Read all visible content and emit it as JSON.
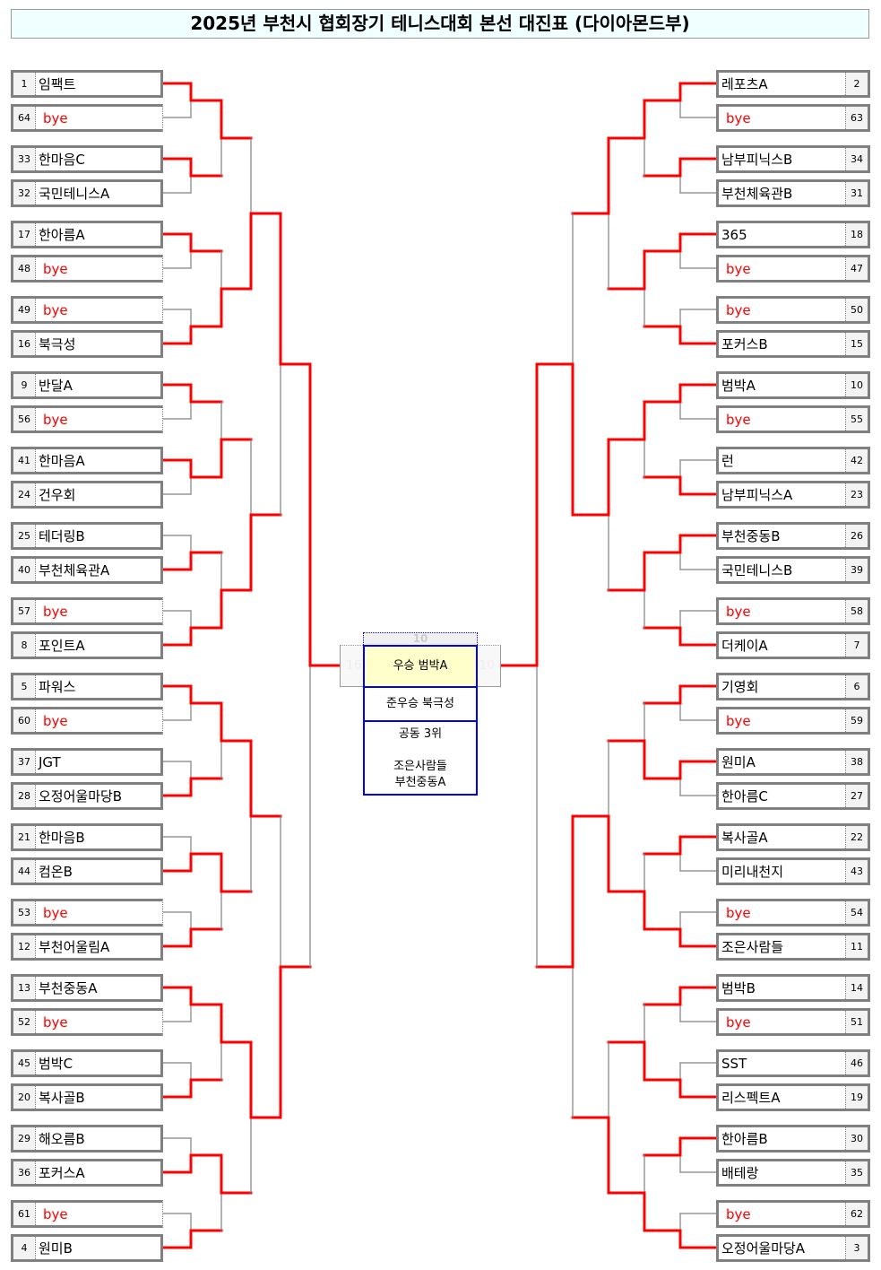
{
  "title": "2025년 부천시 협회장기 테니스대회 본선 대진표 (다이아몬드부)",
  "colors": {
    "winner_line": "#ff0000",
    "loser_line": "#808080",
    "bye_text": "#ff0000",
    "final_border": "#0000ff",
    "champion_bg": "#ffffcc"
  },
  "left": {
    "entries": [
      {
        "seed": "1",
        "name": "임팩트"
      },
      {
        "seed": "64",
        "name": "bye"
      },
      {
        "seed": "33",
        "name": "한마음C"
      },
      {
        "seed": "32",
        "name": "국민테니스A"
      },
      {
        "seed": "17",
        "name": "한아름A"
      },
      {
        "seed": "48",
        "name": "bye"
      },
      {
        "seed": "49",
        "name": "bye"
      },
      {
        "seed": "16",
        "name": "북극성"
      },
      {
        "seed": "9",
        "name": "반달A"
      },
      {
        "seed": "56",
        "name": "bye"
      },
      {
        "seed": "41",
        "name": "한마음A"
      },
      {
        "seed": "24",
        "name": "건우회"
      },
      {
        "seed": "25",
        "name": "테더링B"
      },
      {
        "seed": "40",
        "name": "부천체육관A"
      },
      {
        "seed": "57",
        "name": "bye"
      },
      {
        "seed": "8",
        "name": "포인트A"
      },
      {
        "seed": "5",
        "name": "파워스"
      },
      {
        "seed": "60",
        "name": "bye"
      },
      {
        "seed": "37",
        "name": "JGT"
      },
      {
        "seed": "28",
        "name": "오정어울마당B"
      },
      {
        "seed": "21",
        "name": "한마음B"
      },
      {
        "seed": "44",
        "name": "컴온B"
      },
      {
        "seed": "53",
        "name": "bye"
      },
      {
        "seed": "12",
        "name": "부천어울림A"
      },
      {
        "seed": "13",
        "name": "부천중동A"
      },
      {
        "seed": "52",
        "name": "bye"
      },
      {
        "seed": "45",
        "name": "범박C"
      },
      {
        "seed": "20",
        "name": "복사골B"
      },
      {
        "seed": "29",
        "name": "해오름B"
      },
      {
        "seed": "36",
        "name": "포커스A"
      },
      {
        "seed": "61",
        "name": "bye"
      },
      {
        "seed": "4",
        "name": "원미B"
      }
    ],
    "results": [
      [
        0,
        0,
        0,
        1,
        0,
        0,
        1,
        1,
        0,
        1,
        1,
        1,
        0,
        1,
        1,
        1
      ],
      [
        0,
        1,
        1,
        1,
        0,
        0,
        0,
        0
      ],
      [
        1,
        1,
        0,
        0
      ],
      [
        0,
        1
      ],
      [
        0
      ]
    ]
  },
  "right": {
    "entries": [
      {
        "seed": "2",
        "name": "레포츠A"
      },
      {
        "seed": "63",
        "name": "bye"
      },
      {
        "seed": "34",
        "name": "남부피닉스B"
      },
      {
        "seed": "31",
        "name": "부천체육관B"
      },
      {
        "seed": "18",
        "name": "365"
      },
      {
        "seed": "47",
        "name": "bye"
      },
      {
        "seed": "50",
        "name": "bye"
      },
      {
        "seed": "15",
        "name": "포커스B"
      },
      {
        "seed": "10",
        "name": "범박A"
      },
      {
        "seed": "55",
        "name": "bye"
      },
      {
        "seed": "42",
        "name": "런"
      },
      {
        "seed": "23",
        "name": "남부피닉스A"
      },
      {
        "seed": "26",
        "name": "부천중동B"
      },
      {
        "seed": "39",
        "name": "국민테니스B"
      },
      {
        "seed": "58",
        "name": "bye"
      },
      {
        "seed": "7",
        "name": "더케이A"
      },
      {
        "seed": "6",
        "name": "기영회"
      },
      {
        "seed": "59",
        "name": "bye"
      },
      {
        "seed": "38",
        "name": "원미A"
      },
      {
        "seed": "27",
        "name": "한아름C"
      },
      {
        "seed": "22",
        "name": "복사골A"
      },
      {
        "seed": "43",
        "name": "미리내천지"
      },
      {
        "seed": "54",
        "name": "bye"
      },
      {
        "seed": "11",
        "name": "조은사람들"
      },
      {
        "seed": "14",
        "name": "범박B"
      },
      {
        "seed": "51",
        "name": "bye"
      },
      {
        "seed": "46",
        "name": "SST"
      },
      {
        "seed": "19",
        "name": "리스펙트A"
      },
      {
        "seed": "30",
        "name": "한아름B"
      },
      {
        "seed": "35",
        "name": "배테랑"
      },
      {
        "seed": "62",
        "name": "bye"
      },
      {
        "seed": "3",
        "name": "오정어울마당A"
      }
    ],
    "results": [
      [
        0,
        0,
        0,
        1,
        0,
        1,
        0,
        1,
        0,
        0,
        0,
        1,
        0,
        1,
        0,
        1
      ],
      [
        0,
        0,
        0,
        0,
        1,
        1,
        1,
        1
      ],
      [
        0,
        0,
        1,
        1
      ],
      [
        1,
        0
      ],
      [
        0
      ]
    ]
  },
  "final": {
    "champion_seed": "10",
    "left_finalist_seed": "16",
    "right_finalist_seed": "10",
    "champion": "우승 범박A",
    "runner_up": "준우승 북극성",
    "third_label": "공동 3위",
    "third_1": "조은사람들",
    "third_2": "부천중동A"
  }
}
